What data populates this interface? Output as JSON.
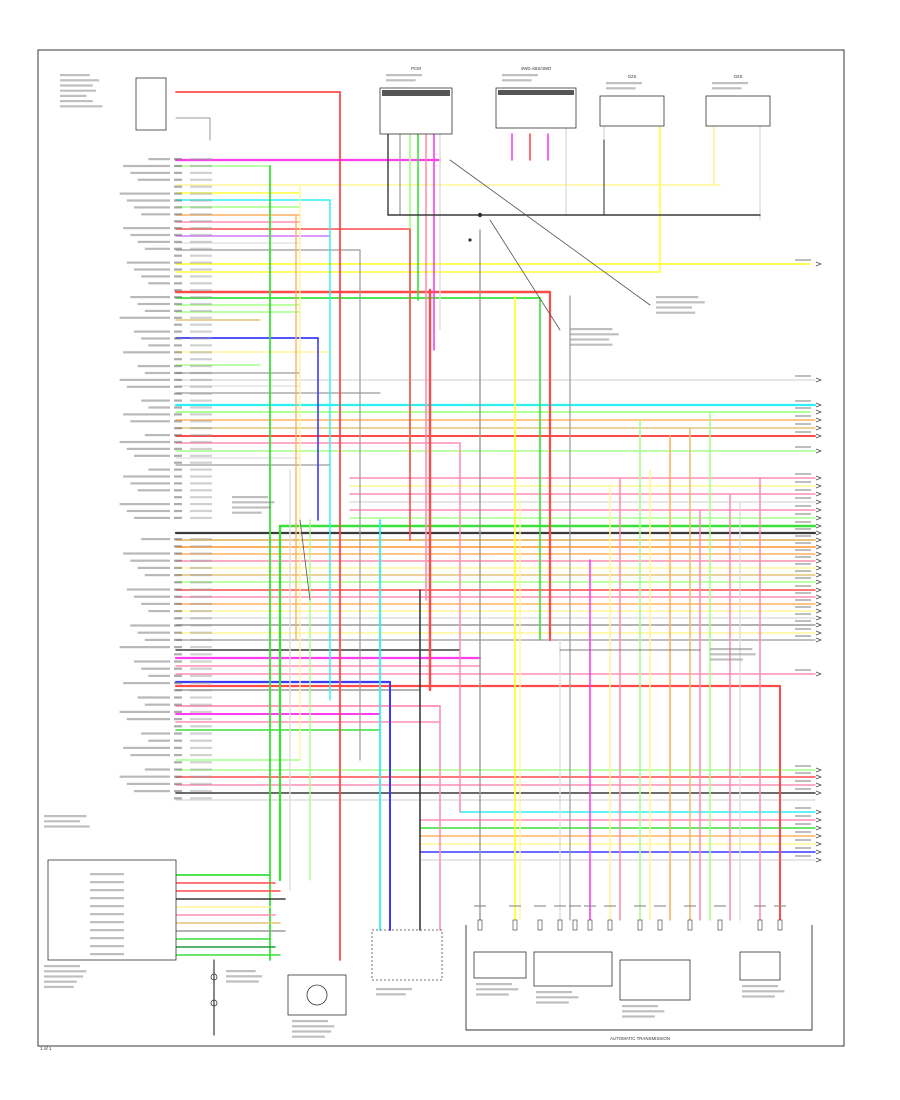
{
  "diagram": {
    "corner_label": "1 of 1",
    "header_components": [
      "PCM",
      "4WD ABS/4WD",
      "O2S",
      "O2S"
    ],
    "transmission_label": "AUTOMATIC TRANSMISSION",
    "colors": {
      "red": "#ff4a4a",
      "pink": "#ff8fb0",
      "magenta": "#ff3df0",
      "violet": "#c65cff",
      "blue": "#3a3aff",
      "light_blue": "#6fd4ff",
      "cyan": "#2ef0f0",
      "yellow": "#ffff3a",
      "pale_yellow": "#fff59a",
      "orange": "#ffb060",
      "tan": "#e6c27a",
      "brown": "#a66a30",
      "green": "#38e038",
      "light_green": "#a6ff8a",
      "dark_green": "#1b9a3a",
      "gray": "#9a9a9a",
      "black": "#3a3a3a",
      "white": "#dddddd"
    }
  }
}
